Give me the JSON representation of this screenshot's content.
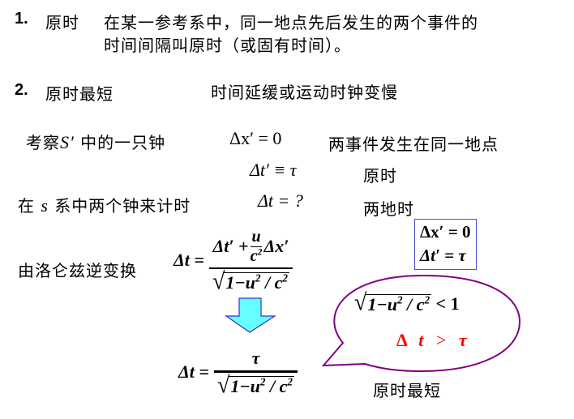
{
  "section1": {
    "number": "1.",
    "title": "原时",
    "text_line1": "在某一参考系中，同一地点先后发生的两个事件的",
    "text_line2": "时间间隔叫原时（或固有时间）。"
  },
  "section2": {
    "number": "2.",
    "title": "原时最短",
    "subtitle": "时间延缓或运动时钟变慢"
  },
  "row_observe": {
    "label_pre": "考察",
    "frame": "S′",
    "label_post": "中的一只钟",
    "equation": "Δx′ = 0",
    "note": "两事件发生在同一地点"
  },
  "row_proper": {
    "equation": "Δt′ ≡ τ",
    "note": "原时"
  },
  "row_s_frame": {
    "label_pre": "在",
    "frame": "s",
    "label_post": "系中两个钟来计时",
    "equation": "Δt = ?",
    "note": "两地时"
  },
  "boxed_conditions": {
    "line1": "Δx′ = 0",
    "line2": "Δt′ = τ"
  },
  "lorentz": {
    "label": "由洛仑兹逆变换",
    "lhs": "Δt =",
    "num_a": "Δt′ +",
    "num_frac_top": "u",
    "num_frac_bot": "c",
    "num_frac_bot_exp": "2",
    "num_b": "Δx′",
    "den_a": "1−u",
    "den_exp1": "2",
    "den_b": " / c",
    "den_exp2": "2"
  },
  "result": {
    "lhs": "Δt =",
    "numerator": "τ",
    "den_a": "1−u",
    "den_exp1": "2",
    "den_b": " / c",
    "den_exp2": "2",
    "note": "原时最短"
  },
  "bubble": {
    "ineq_a": "1−u",
    "ineq_exp1": "2",
    "ineq_b": " / c",
    "ineq_exp2": "2",
    "ineq_rhs": "< 1",
    "conclusion_delta": "Δ",
    "conclusion_t": "t",
    "conclusion_gt": ">",
    "conclusion_tau": "τ"
  },
  "colors": {
    "arrow_fill": "#66ffff",
    "arrow_stroke": "#3333cc",
    "bubble_stroke": "#800080",
    "box_stroke": "#4a4acc",
    "conclusion": "#ff0000"
  }
}
